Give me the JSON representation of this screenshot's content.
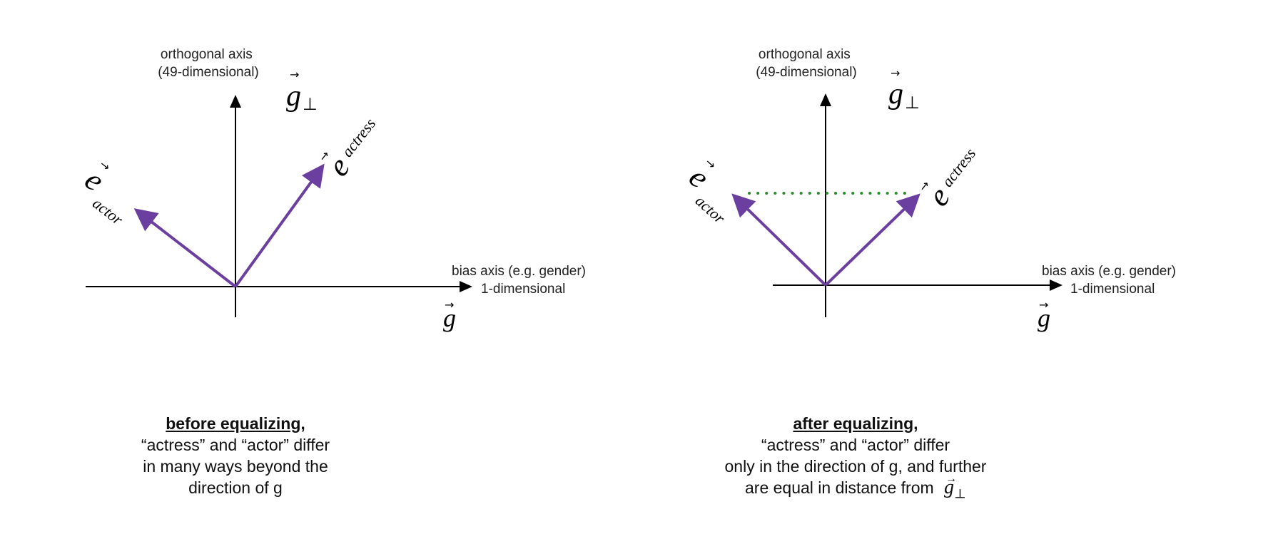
{
  "panels": [
    {
      "orthogonal_axis_label": [
        "orthogonal axis",
        "(49-dimensional)"
      ],
      "orthogonal_axis_symbol": "g",
      "orthogonal_axis_subscript": "⊥",
      "bias_axis_label": [
        "bias axis (e.g. gender)",
        "1-dimensional"
      ],
      "bias_axis_symbol": "g",
      "vector_actor": {
        "symbol": "e",
        "subscript": "actor"
      },
      "vector_actress": {
        "symbol": "e",
        "subscript": "actress"
      },
      "caption": {
        "heading": "before equalizing,",
        "lines": [
          "“actress” and “actor” differ",
          "in many ways beyond the",
          "direction of g"
        ]
      }
    },
    {
      "orthogonal_axis_label": [
        "orthogonal axis",
        "(49-dimensional)"
      ],
      "orthogonal_axis_symbol": "g",
      "orthogonal_axis_subscript": "⊥",
      "bias_axis_label": [
        "bias axis (e.g. gender)",
        "1-dimensional"
      ],
      "bias_axis_symbol": "g",
      "vector_actor": {
        "symbol": "e",
        "subscript": "actor"
      },
      "vector_actress": {
        "symbol": "e",
        "subscript": "actress"
      },
      "caption": {
        "heading": "after equalizing,",
        "lines": [
          "“actress” and “actor” differ",
          "only in the direction of g, and further",
          "are equal in distance from"
        ],
        "trailing_symbol": "g",
        "trailing_subscript": "⊥"
      }
    }
  ],
  "colors": {
    "vector": "#6b3fa0",
    "axis": "#000000",
    "equal_distance_dots": "#2e8b2e"
  }
}
